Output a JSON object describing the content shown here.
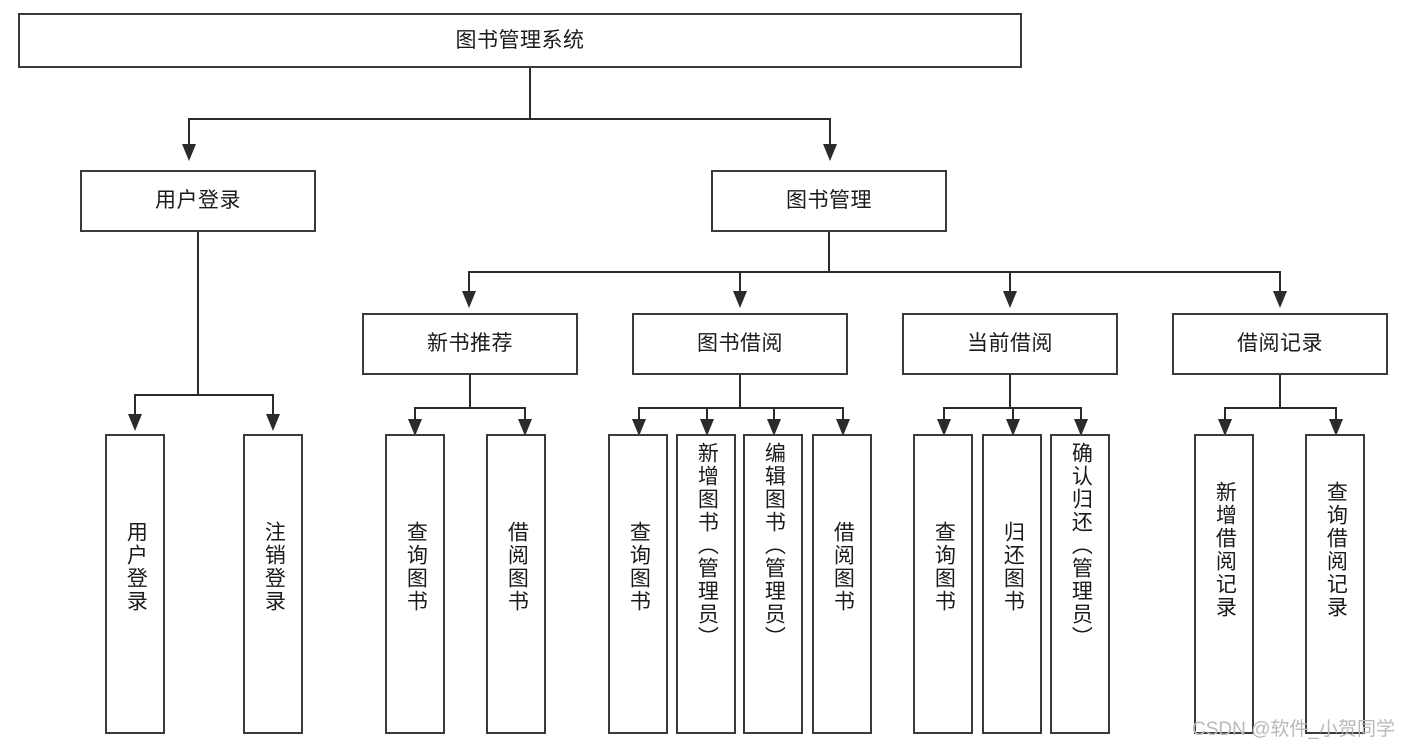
{
  "diagram": {
    "type": "tree-hierarchy",
    "title": "图书管理系统",
    "orientation": "top-down",
    "colors": {
      "box_border": "#3a3a3a",
      "connector": "#2b2b2b",
      "background": "#ffffff",
      "text": "#1b1b1b",
      "watermark": "#b9b9b9"
    }
  },
  "root": {
    "label": "图书管理系统"
  },
  "level2": [
    {
      "label": "用户登录"
    },
    {
      "label": "图书管理"
    }
  ],
  "level3": [
    {
      "label": "新书推荐"
    },
    {
      "label": "图书借阅"
    },
    {
      "label": "当前借阅"
    },
    {
      "label": "借阅记录"
    }
  ],
  "leaves": {
    "user_login": [
      {
        "label": "用户登录"
      },
      {
        "label": "注销登录"
      }
    ],
    "new_book_recommend": [
      {
        "label": "查询图书"
      },
      {
        "label": "借阅图书"
      }
    ],
    "book_borrow": [
      {
        "label": "查询图书"
      },
      {
        "label": "新增图书（管理员）"
      },
      {
        "label": "编辑图书（管理员）"
      },
      {
        "label": "借阅图书"
      }
    ],
    "current_borrow": [
      {
        "label": "查询图书"
      },
      {
        "label": "归还图书"
      },
      {
        "label": "确认归还（管理员）"
      }
    ],
    "borrow_record": [
      {
        "label": "新增借阅记录"
      },
      {
        "label": "查询借阅记录"
      }
    ]
  },
  "watermark": {
    "text": "CSDN @软件_小贺同学"
  }
}
